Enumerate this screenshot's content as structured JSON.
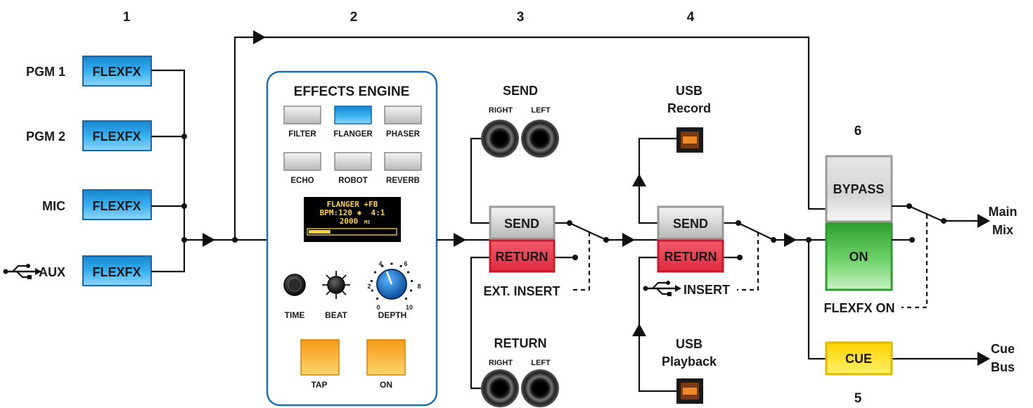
{
  "columns": {
    "c1": "1",
    "c2": "2",
    "c3": "3",
    "c4": "4",
    "c5": "5",
    "c6": "6"
  },
  "inputs": [
    {
      "label": "PGM 1",
      "button": "FLEXFX"
    },
    {
      "label": "PGM 2",
      "button": "FLEXFX"
    },
    {
      "label": "MIC",
      "button": "FLEXFX"
    },
    {
      "label": "AUX",
      "button": "FLEXFX",
      "icon": "usb-icon"
    }
  ],
  "engine": {
    "title": "EFFECTS ENGINE",
    "effects": [
      "FILTER",
      "FLANGER",
      "PHASER",
      "ECHO",
      "ROBOT",
      "REVERB"
    ],
    "active_effect": "FLANGER",
    "display": {
      "line1": "FLANGER +FB",
      "line2": "BPM:120 ✱  4:1",
      "line3": "2000",
      "unit": "MS",
      "level": 0.25
    },
    "controls": {
      "time": "TIME",
      "beat": "BEAT",
      "depth": "DEPTH"
    },
    "depth_scale": [
      "0",
      "2",
      "4",
      "6",
      "8",
      "10"
    ],
    "tap": "TAP",
    "on": "ON"
  },
  "ext": {
    "send_title": "SEND",
    "return_title": "RETURN",
    "right": "RIGHT",
    "left": "LEFT",
    "send_button": "SEND",
    "return_button": "RETURN",
    "insert_label": "EXT. INSERT"
  },
  "usb": {
    "record": [
      "USB",
      "Record"
    ],
    "playback": [
      "USB",
      "Playback"
    ],
    "send_button": "SEND",
    "return_button": "RETURN",
    "insert_label": "INSERT"
  },
  "output": {
    "bypass": "BYPASS",
    "on": "ON",
    "flexfx_on": "FLEXFX ON",
    "cue": "CUE",
    "main_mix": [
      "Main",
      "Mix"
    ],
    "cue_bus": [
      "Cue",
      "Bus"
    ]
  },
  "colors": {
    "flexfx_blue": "#2aa3e6",
    "panel_border": "#1f6fb3",
    "send_gray": "#cfcfcf",
    "return_red": "#e8374a",
    "on_green": "#3fb83f",
    "cue_yellow": "#ffe000",
    "tap_orange": "#f7a31c",
    "oled_text": "#ffd23a"
  }
}
